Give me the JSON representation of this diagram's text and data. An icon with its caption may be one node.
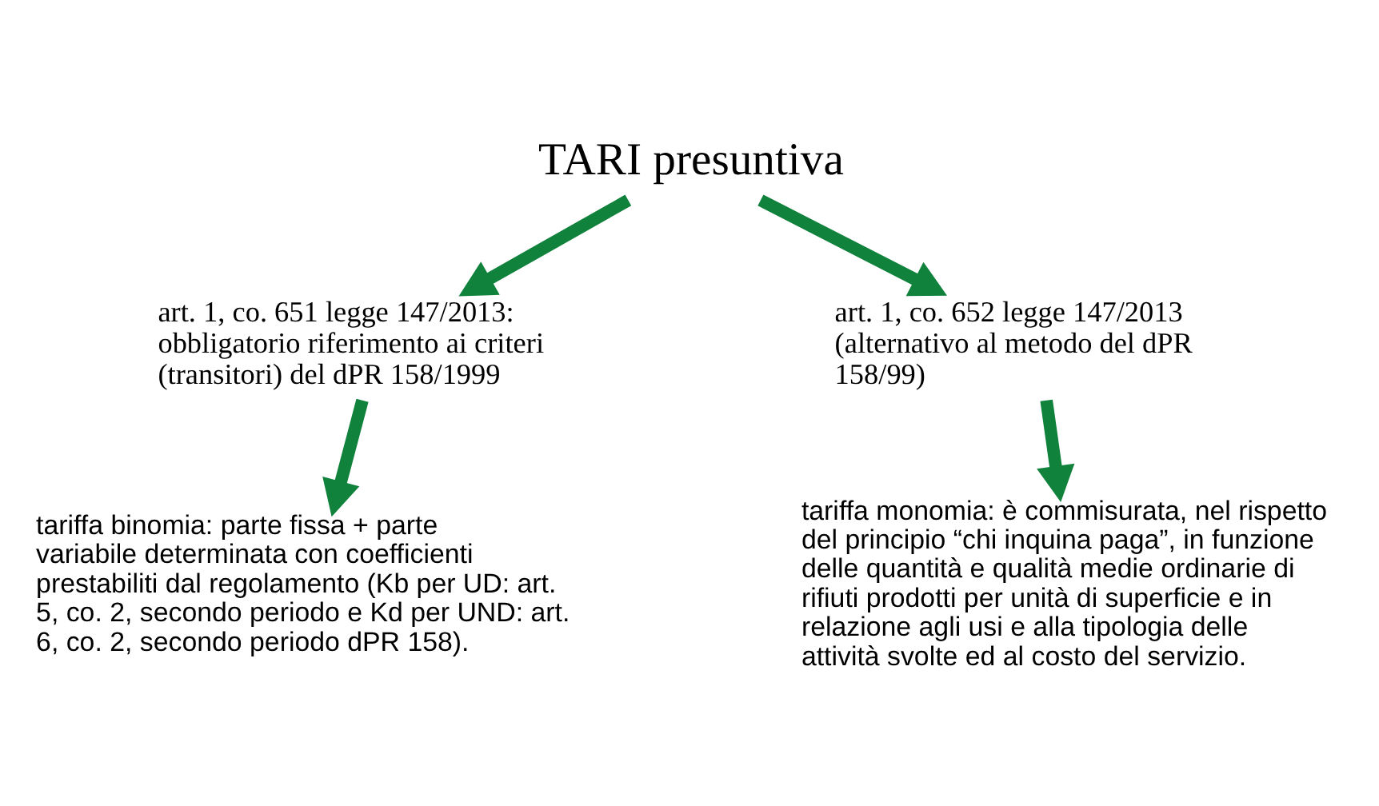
{
  "diagram": {
    "nodes": [
      {
        "text": [
          "TARI presuntiva"
        ]
      },
      {
        "text": [
          "art. 1, co. 651 legge 147/2013: obbligatorio riferimento ai criteri (transitori) del dPR 158/1999"
        ]
      },
      {
        "text": [
          "art. 1, co. 652 legge 147/2013 (alternativo al metodo del dPR 158/99)"
        ]
      },
      {
        "text": [
          "tariffa binomia: parte fissa + parte variabile determinata con coefficienti prestabiliti dal regolamento (Kb per UD: art. 5, co. 2, secondo periodo e Kd per UND: art. 6, co. 2, secondo periodo dPR 158)."
        ]
      },
      {
        "text": [
          "tariffa monomia: è commisurata, nel rispetto del principio “chi inquina paga”, in funzione delle quantità e qualità medie ordinarie di rifiuti prodotti per unità di superficie e in relazione agli usi e alla tipologia delle attività svolte ed al costo del servizio."
        ]
      }
    ],
    "edges": [
      {
        "from": 0,
        "to": 1,
        "arrow": "to"
      },
      {
        "from": 0,
        "to": 2,
        "arrow": "to"
      },
      {
        "from": 1,
        "to": 3,
        "arrow": "to"
      },
      {
        "from": 2,
        "to": 4,
        "arrow": "to"
      }
    ]
  }
}
